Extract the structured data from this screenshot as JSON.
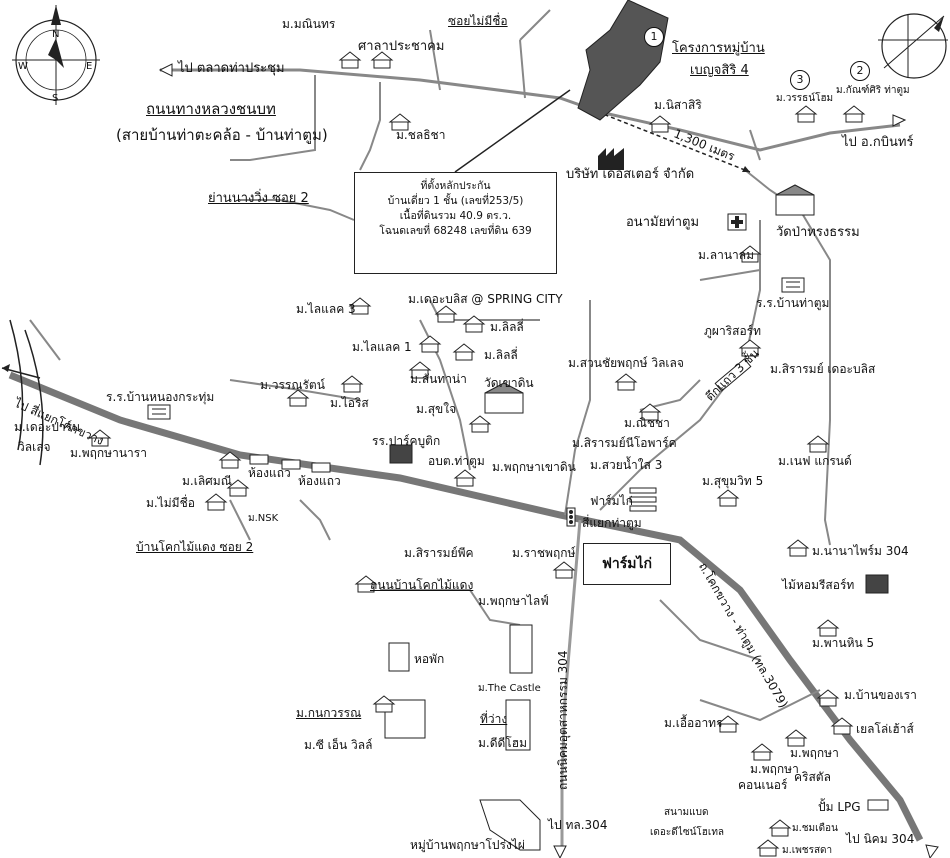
{
  "labels": {
    "m_manintorn": "ม.มณินทร",
    "sala": "ศาลาประชาคม",
    "soi_no_name": "ซอยไม่มีชื่อ",
    "project": "โครงการหมู่บ้าน",
    "project2": "เบญจสิริ 4",
    "to_market": "ไป  ตลาดท่าประชุม",
    "rural_road": "ถนนทางหลวงชนบท",
    "rural_road2": "(สายบ้านท่าตะคล้อ - บ้านท่าตูม)",
    "m_chonticha": "ม.ชลธิชา",
    "m_nisasiri": "ม.นิสาสิริ",
    "distance": "1,300 เมตร",
    "company": "บริษัท เดอสเตอร์ จำกัด",
    "m_wannaphum": "ม.วรรธน์โฮม",
    "m_kanthiri": "ม.กัณฑ์ศิริ ท่าตูม",
    "to_kabin": "ไป อ.กบินทร์",
    "yan_soi2": "ย่านนางวิ่ง ซอย 2",
    "anamai": "อนามัยท่าตูม",
    "wat_pa": "วัดป่าทรงธรรม",
    "m_lanalom": "ม.ลานาลม",
    "school_tatum": "ร.ร.บ้านท่าตูม",
    "m_lilac3": "ม.ไลแลค 3",
    "m_delablis": "ม.เดอะบลิส @ SPRING CITY",
    "m_lily1": "ม.ลิลลี่",
    "m_lily2": "ม.ลิลลี่",
    "m_lilac1": "ม.ไลแลค 1",
    "m_suanchai": "ม.สวนชัยพฤกษ์ วิลเลจ",
    "phuphari": "ภูผาริสอร์ท",
    "townhouse3": "ตึกแถว 3 ชั้น",
    "m_sirarom_blis": "ม.สิรารมย์ เดอะบลิส",
    "m_lanthana": "ม.ลันทาน่า",
    "wat_khao": "วัดเขาดิน",
    "school_nong": "ร.ร.บ้านหนองกระทุ่ม",
    "m_wannarat": "ม.วรรณรัตน์",
    "m_iris": "ม.ไอริส",
    "m_sukjai": "ม.สุขใจ",
    "m_nichcha": "ม.ณิชชา",
    "m_sirarom_o": "ม.สิรารมย์นีโอพาร์ค",
    "to_khok": "ไป สี่แยกโคกขวาง",
    "m_deparom": "ม.เดอะปาร์ม",
    "villa": "วิลเลจ",
    "m_phrueksa_nara": "ม.พฤกษานารา",
    "school_park": "รร.ปาร์คบูติก",
    "obt": "อบต.ท่าตูม",
    "m_phrueksa_khao": "ม.พฤกษาเขาดิน",
    "m_suay": "ม.สวยน้ำใส 3",
    "m_nep": "ม.เนฟ แกรนด์",
    "m_loetsamanee": "ม.เลิศมณี",
    "hongtaew1": "ห้องแถว",
    "hongtaew2": "ห้องแถว",
    "m_sukhumvit5": "ม.สุขุมวิท 5",
    "m_mai_mi": "ม.ไม่มีชื่อ",
    "m_nsk": "ม.NSK",
    "farm1": "ฟาร์มไก่",
    "intersection": "สี่แยกท่าตูม",
    "khok_soi2": "บ้านโคกไม้แดง ซอย 2",
    "m_sirarom_phik": "ม.สิรารมย์พีค",
    "m_ratchaphruek": "ม.ราชพฤกษ์",
    "farm2": "ฟาร์มไก่",
    "m_nana": "ม.นานาไพร์ม 304",
    "mai_hom": "ไม้หอมรีสอร์ท",
    "road_khok": "ถนนบ้านโคกไม้แดง",
    "m_phrueksa_life": "ม.พฤกษาไลฟ์",
    "road_khokkwang": "ถ.โคกขวาง - ท่าตูม (ทล.3079)",
    "m_phanhin": "ม.พานหิน 5",
    "dorm": "หอพัก",
    "road_nikhom": "ถนนนิคมอุตสาหกรรม 304",
    "m_castle": "ม.The Castle",
    "m_ban_khong": "ม.บ้านของเรา",
    "yellow_house": "เยลโล่เฮ้าส์",
    "m_kanok": "ม.กนกวรรณ",
    "empty_land": "ที่ว่าง",
    "m_uea": "ม.เอื้ออาทร",
    "m_cn": "ม.ซี เอ็น วิลล์",
    "m_deedee": "ม.ดีดีโฮม",
    "m_phrueksa_corner": "ม.พฤกษา",
    "m_phrueksa_corner2": "คอนเนอร์",
    "m_phrueksa_crystal": "ม.พฤกษา",
    "m_phrueksa_crystal2": "คริสตัล",
    "lpg": "ปั้ม LPG",
    "badminton": "สนามแบด",
    "design_hotel": "เดอะดีไซน์โฮเทล",
    "m_chomduean": "ม.ชมเดือน",
    "m_phetsada": "ม.เพชรสดา",
    "to_304": "ไป ทล.304",
    "to_nikhom": "ไป นิคม 304",
    "m_phrueksa_prong": "หมู่บ้านพฤกษาโปร่งไผ่"
  },
  "info_box": {
    "title": "ที่ตั้งหลักประกัน",
    "line1": "บ้านเดี่ยว 1 ชั้น (เลขที่253/5)",
    "line2": "เนื้อที่ดินรวม 40.9 ตร.ว.",
    "line3": "โฉนดเลขที่ 68248 เลขที่ดิน 639"
  },
  "markers": {
    "one": "1",
    "two": "2",
    "three": "3"
  },
  "compass": {
    "n": "N",
    "s": "S",
    "e": "E",
    "w": "W"
  }
}
